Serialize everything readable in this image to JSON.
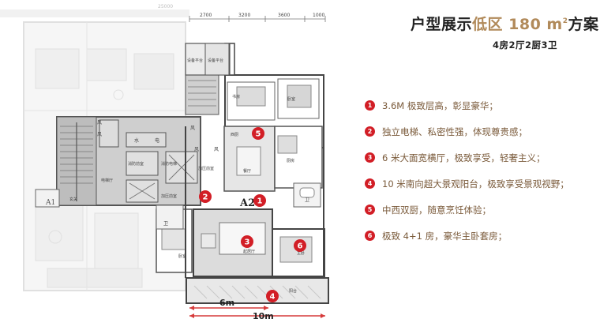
{
  "title": {
    "prefix": "户型展示",
    "highlight": "低区 180",
    "unit_base": "m",
    "unit_sup": "2",
    "suffix": "方案"
  },
  "subtitle": "4房2厅2厨3卫",
  "features": [
    {
      "num": "1",
      "text": "3.6M 极致层高，彰显豪华；"
    },
    {
      "num": "2",
      "text": "独立电梯、私密性强，体现尊贵感；"
    },
    {
      "num": "3",
      "text": "6 米大面宽横厅，极致享受，轻奢主义；"
    },
    {
      "num": "4",
      "text": "10 米南向超大景观阳台，极致享受景观视野；"
    },
    {
      "num": "5",
      "text": "中西双厨，随意烹饪体验；"
    },
    {
      "num": "6",
      "text": "极致 4+1 房，豪华主卧套房；"
    }
  ],
  "plan": {
    "dims_top": [
      "2700",
      "3200",
      "3600",
      "1000"
    ],
    "top_ghost": "25000",
    "unit_label": "A2",
    "left_label": "A1",
    "dim_6m": "6m",
    "dim_10m": "10m",
    "markers": [
      "1",
      "2",
      "3",
      "4",
      "5",
      "6"
    ],
    "rooms": {
      "equip1": "设备平台",
      "equip2": "设备平台",
      "study": "书房",
      "bedroom_ne": "卧室",
      "west_kitchen": "西厨",
      "kitchen": "厨房",
      "dining": "餐厅",
      "bath_right": "卫",
      "living": "起居厅",
      "master": "主卧",
      "balcony": "阳台",
      "bedroom_sw": "卧室",
      "wind": "风",
      "water": "水",
      "elec": "电",
      "fire_front": "消防前室",
      "fire_lobby": "消防电梯",
      "pressure": "加压前室",
      "elevator_lobby": "电梯厅",
      "foyer": "玄关",
      "bath_left": "卫"
    }
  },
  "colors": {
    "accent_gold": "#b18a5a",
    "marker_red": "#d21e26",
    "line_red": "#d63a3a"
  }
}
